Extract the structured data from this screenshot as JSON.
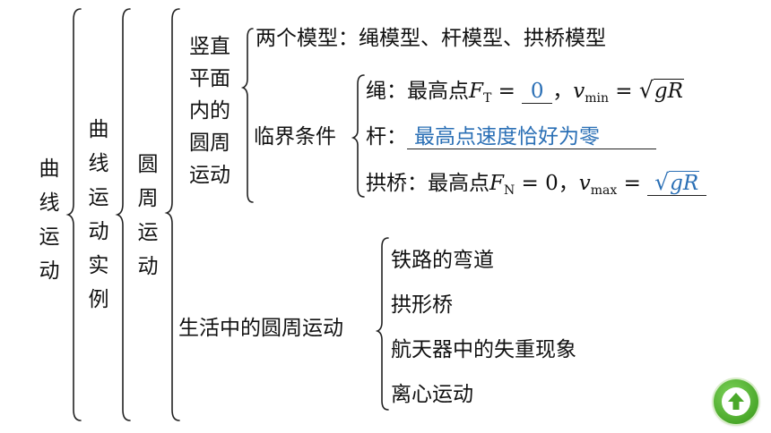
{
  "root": {
    "label": "曲\n线\n运\n动"
  },
  "level1": {
    "label": "曲\n线\n运\n动\n实\n例"
  },
  "level2": {
    "label": "圆\n周\n运\n动"
  },
  "vertical_plane": {
    "label": "竖直\n平面\n内的\n圆周\n运动",
    "two_models": "两个模型：绳模型、杆模型、拱桥模型",
    "critical_label": "临界条件",
    "rope": {
      "prefix": "绳：最高点",
      "F": "F",
      "F_sub": "T",
      "eq": " = ",
      "value": "0",
      "comma": "，",
      "v": "v",
      "v_sub": "min",
      "eq2": " = ",
      "root_sym": "√",
      "radicand": "gR"
    },
    "rod": {
      "prefix": "杆：",
      "answer": "最高点速度恰好为零"
    },
    "arch": {
      "prefix": "拱桥：最高点",
      "F": "F",
      "F_sub": "N",
      "eq_zero": " = 0",
      "comma": "，",
      "v": "v",
      "v_sub": "max",
      "eq": " = ",
      "root_sym": "√",
      "radicand": "gR"
    }
  },
  "daily_life": {
    "label": "生活中的圆周运动",
    "items": [
      "铁路的弯道",
      "拱形桥",
      "航天器中的失重现象",
      "离心运动"
    ]
  },
  "nav": {
    "up_icon": "up-arrow-icon"
  },
  "colors": {
    "answer_blue": "#2a6fb5",
    "button_green": "#4aa82a"
  }
}
